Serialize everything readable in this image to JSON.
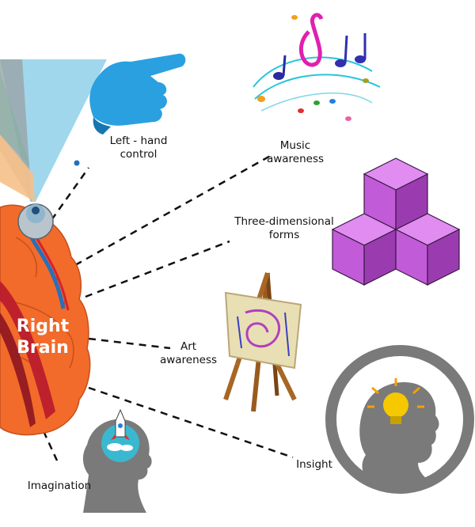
{
  "center": {
    "line1": "Right",
    "line2": "Brain"
  },
  "labels": {
    "left_hand": {
      "line1": "Left - hand",
      "line2": "control"
    },
    "music": {
      "line1": "Music",
      "line2": "awareness"
    },
    "three_d": {
      "line1": "Three-dimensional",
      "line2": "forms"
    },
    "art": {
      "line1": "Art",
      "line2": "awareness"
    },
    "insight": "Insight",
    "imagination": "Imagination"
  },
  "colors": {
    "brain": "#f26b2a",
    "brain_dark": "#c8102e",
    "hand": "#2aa0e0",
    "cube": "#b84fd6",
    "head_gray": "#7a7a7a",
    "bulb": "#f5c800",
    "light_beam": "#7ec8e3"
  },
  "icons": {
    "hand": "pointing-hand-icon",
    "music": "music-notes-icon",
    "cubes": "cubes-icon",
    "easel": "easel-painting-icon",
    "insight": "lightbulb-head-icon",
    "imagination": "rocket-head-icon",
    "eye": "eye-icon"
  }
}
